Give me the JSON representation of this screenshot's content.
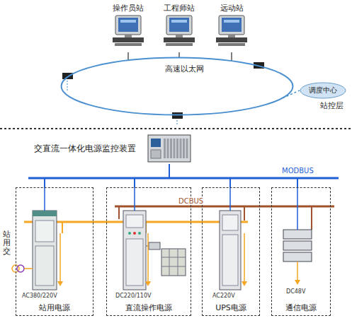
{
  "diagram": {
    "nodes": [
      {
        "text": [
          "操作员站"
        ]
      },
      {
        "text": [
          "工程师站"
        ]
      },
      {
        "text": [
          "远动站"
        ]
      },
      {
        "text": [
          "高速以太网"
        ]
      },
      {
        "text": [
          "调度中心"
        ]
      },
      {
        "text": [
          "交直流一体化电源监控装置"
        ]
      },
      {
        "text": [
          "站用电源"
        ]
      },
      {
        "text": [
          "直流操作电源"
        ]
      },
      {
        "text": [
          "UPS电源"
        ]
      },
      {
        "text": [
          "通信电源"
        ]
      }
    ],
    "edges": [
      {
        "from": 0,
        "to": 3,
        "arrow": "none"
      },
      {
        "from": 1,
        "to": 3,
        "arrow": "none"
      },
      {
        "from": 2,
        "to": 3,
        "arrow": "none"
      },
      {
        "from": 3,
        "to": 4,
        "arrow": "none"
      },
      {
        "from": 5,
        "to": 6,
        "arrow": "none"
      },
      {
        "from": 5,
        "to": 7,
        "arrow": "none"
      },
      {
        "from": 5,
        "to": 8,
        "arrow": "none"
      },
      {
        "from": 5,
        "to": 9,
        "arrow": "none"
      }
    ],
    "labels": [
      "站控层",
      "MODBUS",
      "DCBUS",
      "AC380/220V",
      "DC220/110V",
      "AC220V",
      "DC48V",
      "站用交"
    ]
  }
}
